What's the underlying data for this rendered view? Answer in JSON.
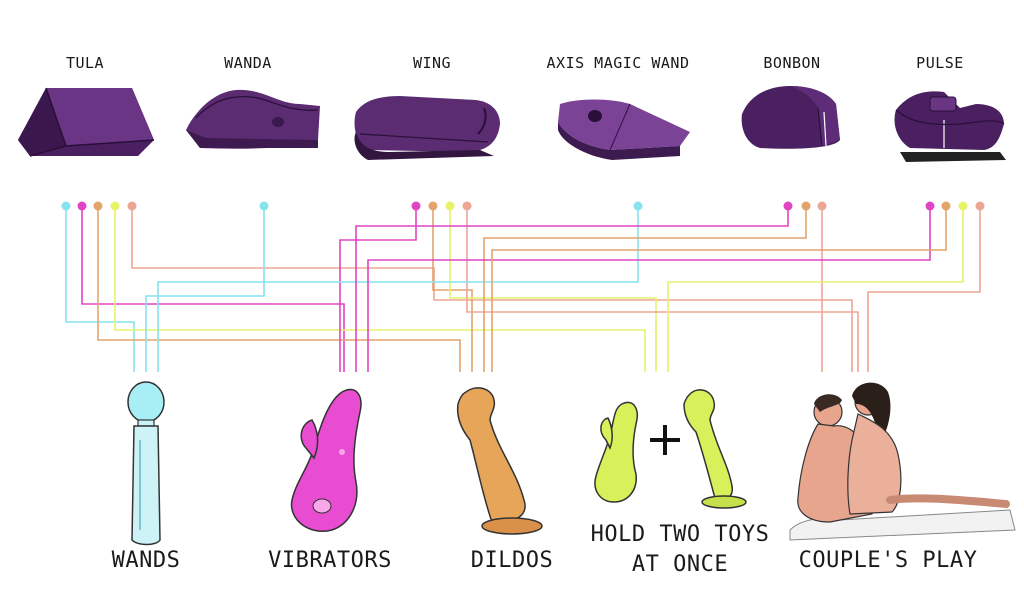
{
  "colors": {
    "cyan": "#86e3ee",
    "magenta": "#e045c4",
    "orange": "#e2a46a",
    "lime": "#e6f26a",
    "salmon": "#eda594",
    "purple_dark": "#3f1b4f",
    "purple_mid": "#5b2c72",
    "purple_light": "#7a4396"
  },
  "cushions": [
    {
      "id": "tula",
      "label": "TULA"
    },
    {
      "id": "wanda",
      "label": "WANDA"
    },
    {
      "id": "wing",
      "label": "WING"
    },
    {
      "id": "axis",
      "label": "AXIS MAGIC WAND"
    },
    {
      "id": "bonbon",
      "label": "BONBON"
    },
    {
      "id": "pulse",
      "label": "PULSE"
    }
  ],
  "categories": {
    "wands": "WANDS",
    "vibrators": "VIBRATORS",
    "dildos": "DILDOS",
    "two_toys_line1": "HOLD TWO TOYS",
    "two_toys_line2": "AT ONCE",
    "couples": "COUPLE'S PLAY"
  },
  "connections": [
    {
      "from": "tula",
      "to": "wands",
      "color": "cyan"
    },
    {
      "from": "tula",
      "to": "vibrators",
      "color": "magenta"
    },
    {
      "from": "tula",
      "to": "dildos",
      "color": "orange"
    },
    {
      "from": "tula",
      "to": "two_toys",
      "color": "lime"
    },
    {
      "from": "tula",
      "to": "couples",
      "color": "salmon"
    },
    {
      "from": "wanda",
      "to": "wands",
      "color": "cyan"
    },
    {
      "from": "wing",
      "to": "vibrators",
      "color": "magenta"
    },
    {
      "from": "wing",
      "to": "dildos",
      "color": "orange"
    },
    {
      "from": "wing",
      "to": "two_toys",
      "color": "lime"
    },
    {
      "from": "wing",
      "to": "couples",
      "color": "salmon"
    },
    {
      "from": "axis",
      "to": "wands",
      "color": "cyan"
    },
    {
      "from": "bonbon",
      "to": "vibrators",
      "color": "magenta"
    },
    {
      "from": "bonbon",
      "to": "dildos",
      "color": "orange"
    },
    {
      "from": "bonbon",
      "to": "couples",
      "color": "salmon"
    },
    {
      "from": "pulse",
      "to": "vibrators",
      "color": "magenta"
    },
    {
      "from": "pulse",
      "to": "dildos",
      "color": "orange"
    },
    {
      "from": "pulse",
      "to": "two_toys",
      "color": "lime"
    },
    {
      "from": "pulse",
      "to": "couples",
      "color": "salmon"
    }
  ]
}
